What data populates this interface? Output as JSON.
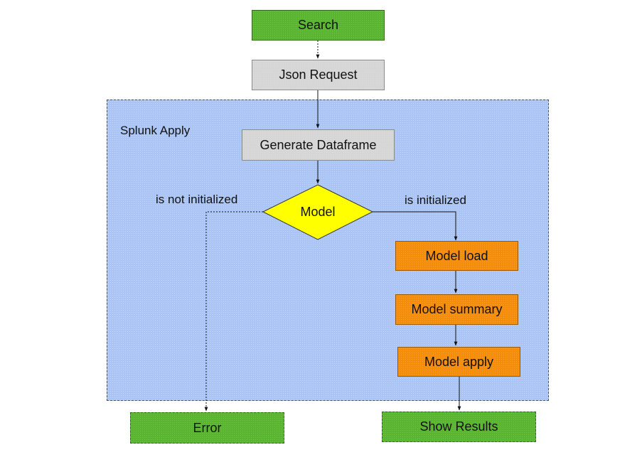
{
  "colors": {
    "start_end": "#59b52f",
    "request": "#d6d6d6",
    "group_fill": "#a9c4f5",
    "decision": "#ffff00",
    "process": "#f58c0a"
  },
  "group": {
    "label": "Splunk Apply"
  },
  "nodes": {
    "search": "Search",
    "json_request": "Json Request",
    "generate_dataframe": "Generate Dataframe",
    "model_decision": "Model",
    "model_load": "Model load",
    "model_summary": "Model summary",
    "model_apply": "Model apply",
    "error": "Error",
    "show_results": "Show Results"
  },
  "edges": {
    "not_initialized": "is not initialized",
    "initialized": "is initialized"
  }
}
